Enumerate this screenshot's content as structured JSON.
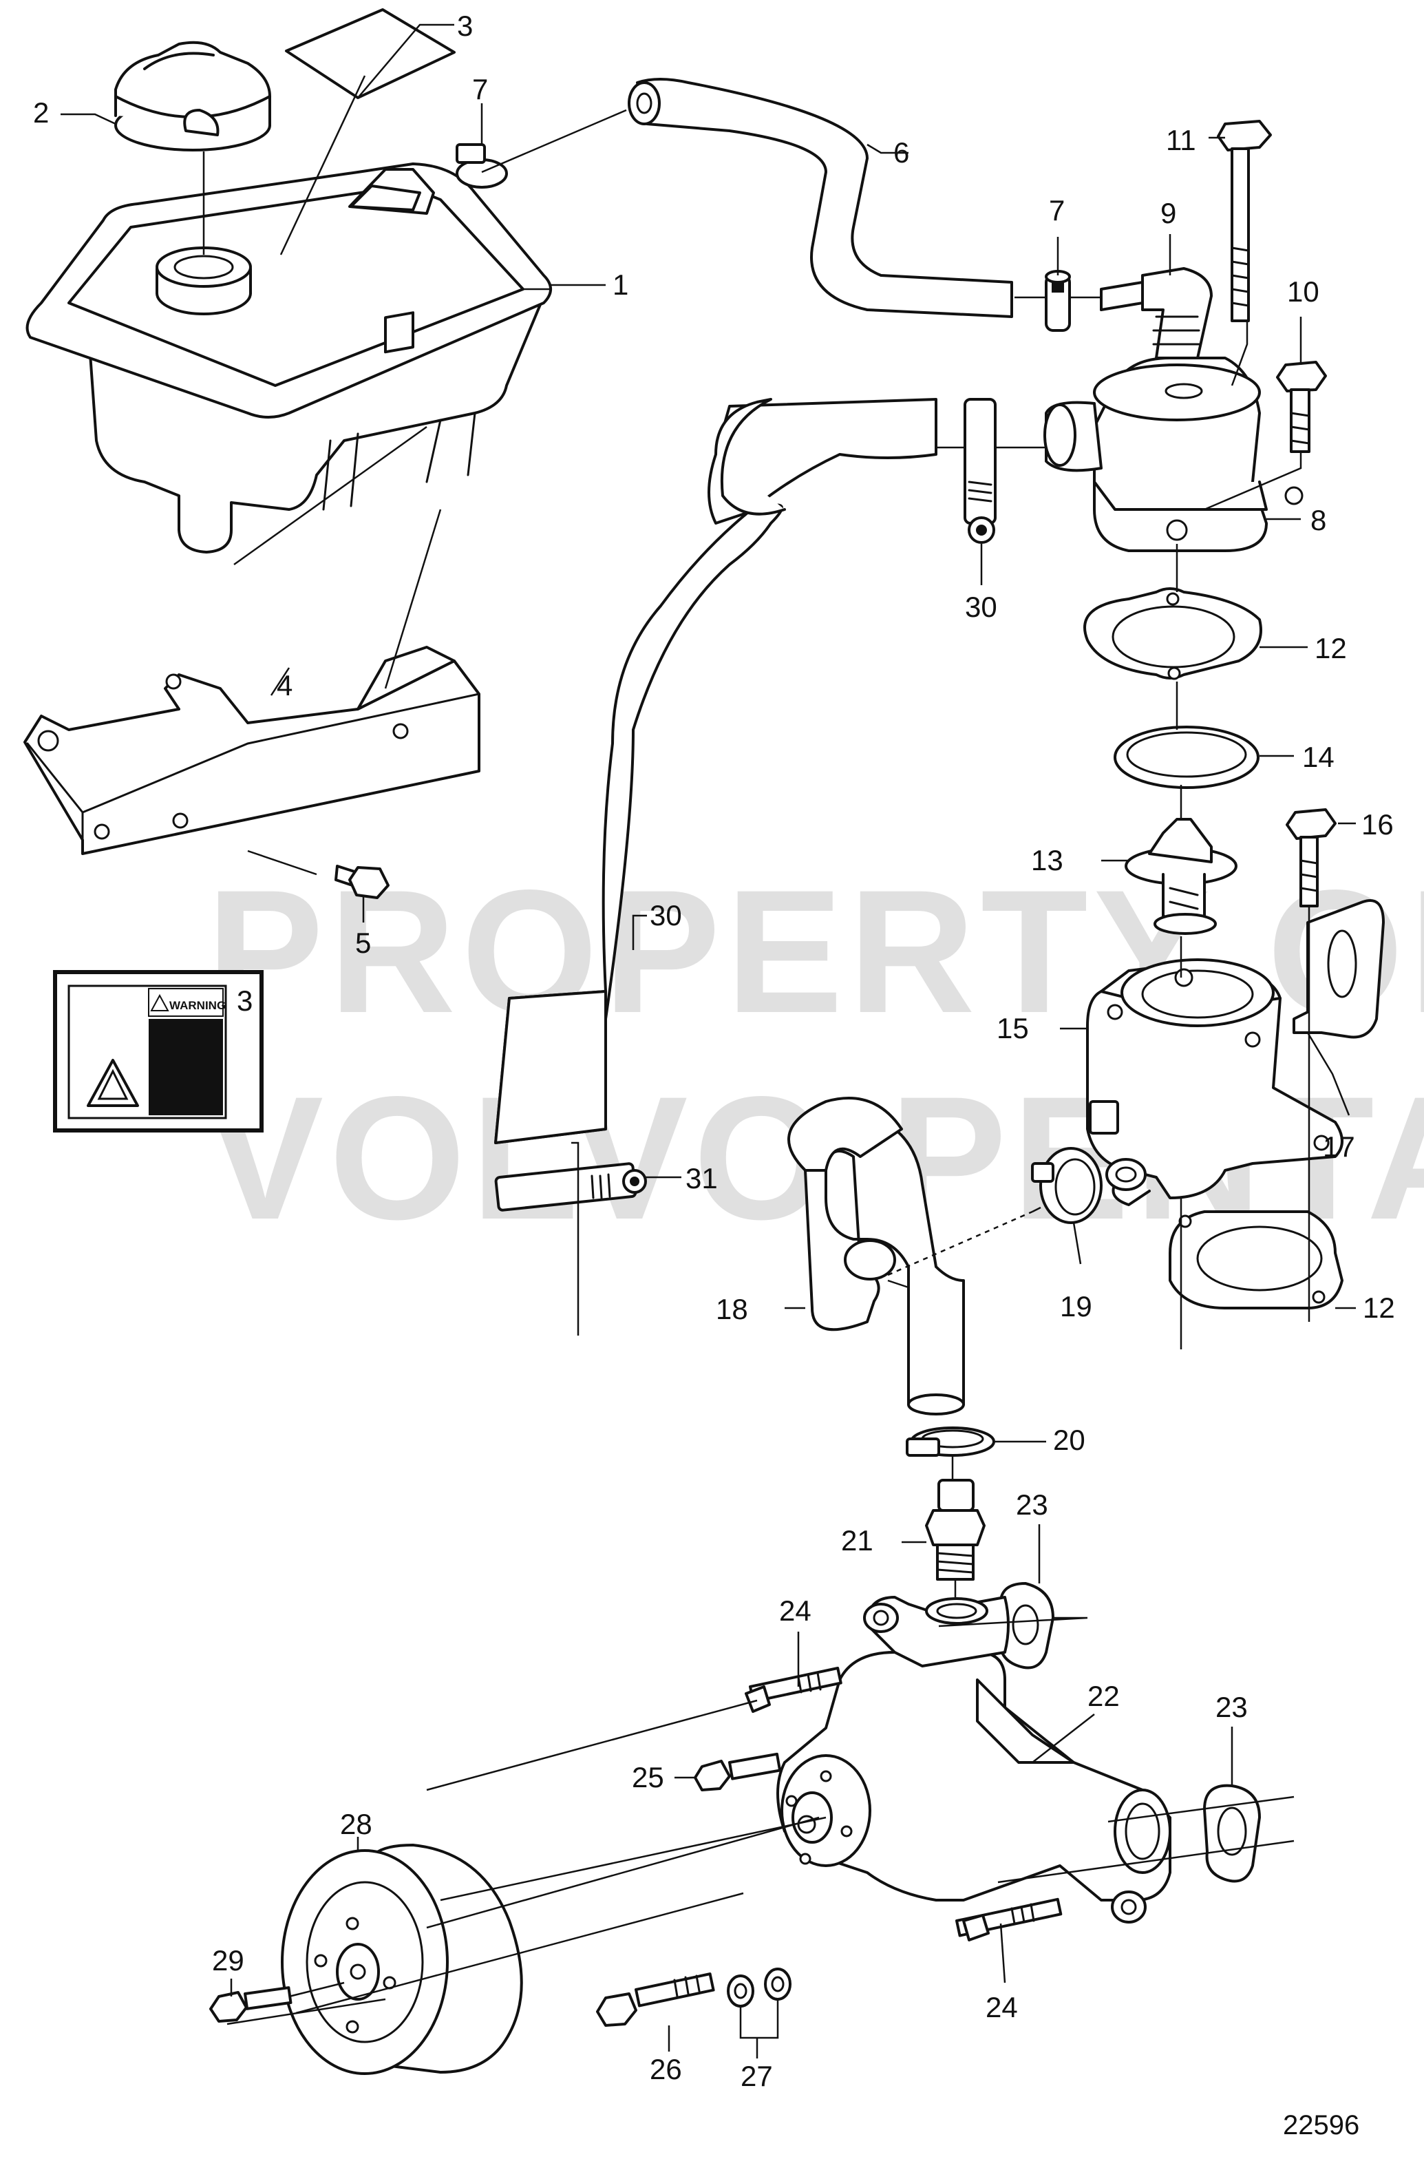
{
  "watermark": {
    "line1": "PROPERTY OF",
    "line2": "VOLVO PENTA"
  },
  "warning_label": {
    "text": "WARNING"
  },
  "drawing_number": "22596",
  "callouts": {
    "c1": "1",
    "c2": "2",
    "c3a": "3",
    "c3b": "3",
    "c4": "4",
    "c5": "5",
    "c6": "6",
    "c7a": "7",
    "c7b": "7",
    "c8": "8",
    "c9": "9",
    "c10": "10",
    "c11": "11",
    "c12a": "12",
    "c12b": "12",
    "c13": "13",
    "c14": "14",
    "c15": "15",
    "c16": "16",
    "c17": "17",
    "c18": "18",
    "c19": "19",
    "c20": "20",
    "c21": "21",
    "c22": "22",
    "c23a": "23",
    "c23b": "23",
    "c24a": "24",
    "c24b": "24",
    "c25": "25",
    "c26": "26",
    "c27": "27",
    "c28": "28",
    "c29": "29",
    "c30a": "30",
    "c30b": "30",
    "c31": "31"
  }
}
